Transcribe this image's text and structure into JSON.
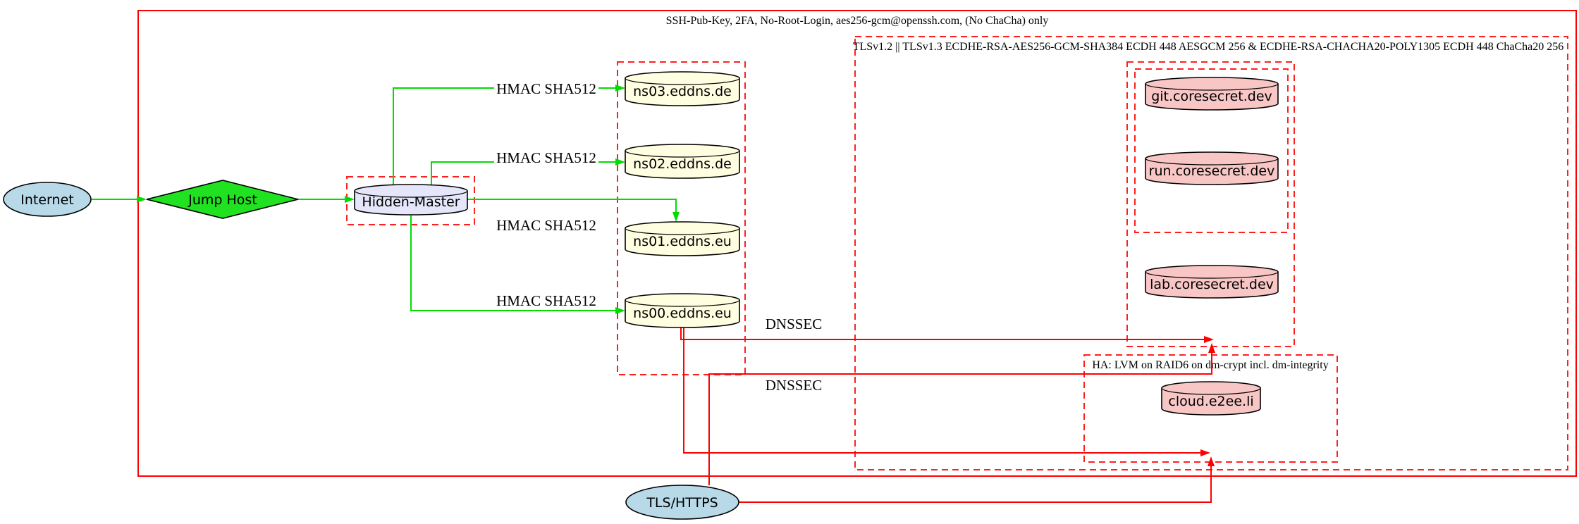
{
  "diagram_type": "graphviz-cluster-digraph",
  "clusters": {
    "ssh": {
      "label": "SSH-Pub-Key, 2FA, No-Root-Login, aes256-gcm@openssh.com, (No ChaCha) only",
      "border_style": "solid",
      "border_color": "#ff0000"
    },
    "tls": {
      "label": "TLSv1.2 || TLSv1.3 ECDHE-RSA-AES256-GCM-SHA384 ECDH 448 AESGCM 256 & ECDHE-RSA-CHACHA20-POLY1305 ECDH 448 ChaCha20 256",
      "border_style": "dashed",
      "border_color": "#ff1f1f"
    },
    "ha": {
      "label": "HA: LVM on RAID6 on dm-crypt incl. dm-integrity",
      "border_style": "dashed",
      "border_color": "#ff1f1f"
    },
    "hidden_master_box": {
      "label": "",
      "border_style": "dashed",
      "border_color": "#ff1f1f"
    },
    "eddns_box": {
      "label": "",
      "border_style": "dashed",
      "border_color": "#ff1f1f"
    },
    "coresecret_outer": {
      "label": "",
      "border_style": "dashed",
      "border_color": "#ff1f1f"
    },
    "coresecret_inner": {
      "label": "",
      "border_style": "dashed",
      "border_color": "#ff1f1f"
    }
  },
  "nodes": {
    "internet": {
      "label": "Internet",
      "shape": "ellipse",
      "fill": "#b7d9e8"
    },
    "jump_host": {
      "label": "Jump Host",
      "shape": "diamond",
      "fill": "#21e221"
    },
    "hidden_master": {
      "label": "Hidden-Master",
      "shape": "cylinder",
      "fill": "#e6e6fa"
    },
    "ns03": {
      "label": "ns03.eddns.de",
      "shape": "cylinder",
      "fill": "#fffee0"
    },
    "ns02": {
      "label": "ns02.eddns.de",
      "shape": "cylinder",
      "fill": "#fffee0"
    },
    "ns01": {
      "label": "ns01.eddns.eu",
      "shape": "cylinder",
      "fill": "#fffee0"
    },
    "ns00": {
      "label": "ns00.eddns.eu",
      "shape": "cylinder",
      "fill": "#fffee0"
    },
    "git": {
      "label": "git.coresecret.dev",
      "shape": "cylinder",
      "fill": "#f9c6c6"
    },
    "run": {
      "label": "run.coresecret.dev",
      "shape": "cylinder",
      "fill": "#f9c6c6"
    },
    "lab": {
      "label": "lab.coresecret.dev",
      "shape": "cylinder",
      "fill": "#f9c6c6"
    },
    "cloud": {
      "label": "cloud.e2ee.li",
      "shape": "cylinder",
      "fill": "#f9c6c6"
    },
    "tls_https": {
      "label": "TLS/HTTPS",
      "shape": "ellipse",
      "fill": "#b7d9e8"
    }
  },
  "edge_labels": {
    "hmac1": "HMAC SHA512",
    "hmac2": "HMAC SHA512",
    "hmac3": "HMAC SHA512",
    "hmac4": "HMAC SHA512",
    "dnssec1": "DNSSEC",
    "dnssec2": "DNSSEC"
  },
  "edges": [
    {
      "from": "internet",
      "to": "jump_host",
      "color": "#00dc00"
    },
    {
      "from": "jump_host",
      "to": "hidden_master",
      "color": "#00dc00"
    },
    {
      "from": "hidden_master",
      "to": "ns03",
      "label": "HMAC SHA512",
      "color": "#00dc00"
    },
    {
      "from": "hidden_master",
      "to": "ns02",
      "label": "HMAC SHA512",
      "color": "#00dc00"
    },
    {
      "from": "hidden_master",
      "to": "ns01",
      "label": "HMAC SHA512",
      "color": "#00dc00"
    },
    {
      "from": "hidden_master",
      "to": "ns00",
      "label": "HMAC SHA512",
      "color": "#00dc00"
    },
    {
      "from": "ns00",
      "to": "coresecret_outer",
      "label": "DNSSEC",
      "color": "#ff0000"
    },
    {
      "from": "ns00",
      "to": "ha",
      "label": "DNSSEC",
      "color": "#ff0000"
    },
    {
      "from": "tls_https",
      "to": "coresecret_outer",
      "color": "#ff0000"
    },
    {
      "from": "tls_https",
      "to": "ha",
      "color": "#ff0000"
    }
  ],
  "colors": {
    "edge_green": "#00dc00",
    "edge_red": "#ff0000",
    "cluster_red": "#ff1f1f",
    "node_border": "#000000",
    "background": "#ffffff"
  }
}
